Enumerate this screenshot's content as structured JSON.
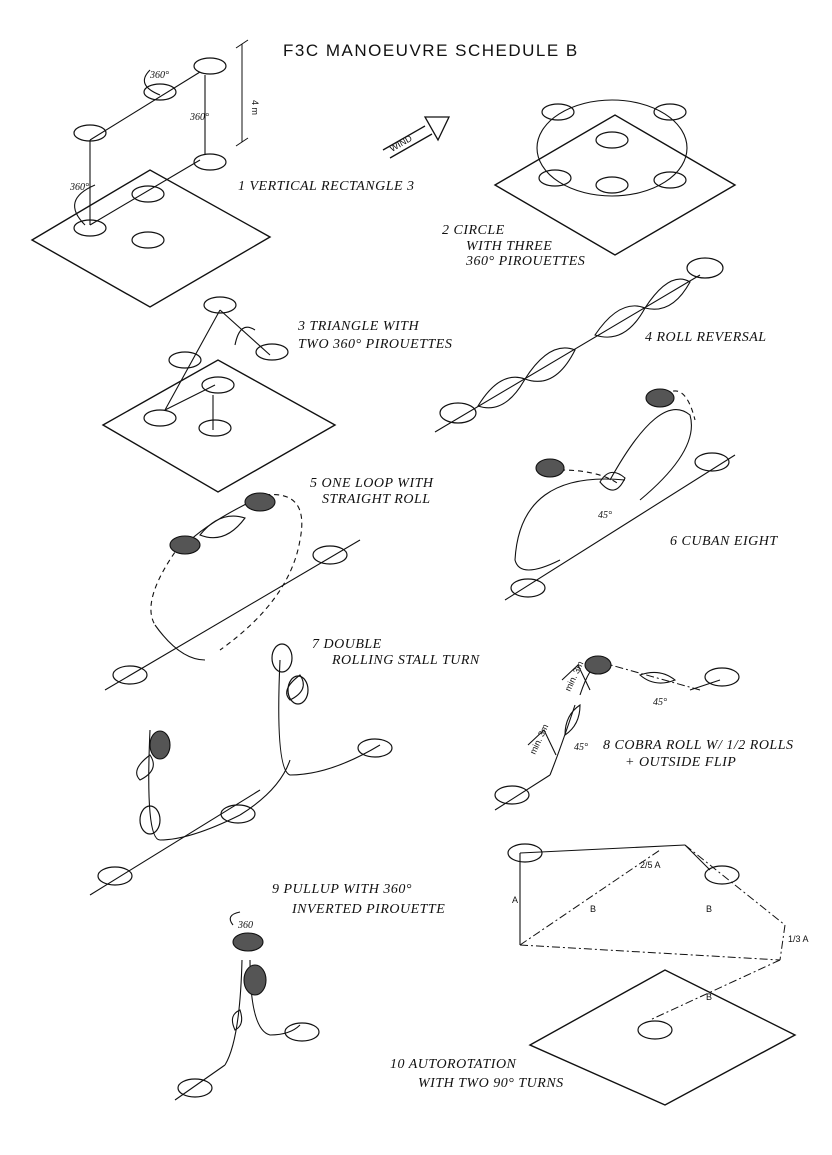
{
  "title": "F3C MANOEUVRE SCHEDULE B",
  "wind_label": "WIND",
  "manoeuvres": [
    {
      "line1": "1  VERTICAL RECTANGLE 3",
      "line2": "",
      "line3": ""
    },
    {
      "line1": "2  CIRCLE",
      "line2": "WITH THREE",
      "line3": "360° PIROUETTES"
    },
    {
      "line1": "3 TRIANGLE WITH",
      "line2": "TWO 360° PIROUETTES",
      "line3": ""
    },
    {
      "line1": "4  ROLL REVERSAL",
      "line2": "",
      "line3": ""
    },
    {
      "line1": "5 ONE LOOP WITH",
      "line2": "STRAIGHT ROLL",
      "line3": ""
    },
    {
      "line1": "6  CUBAN EIGHT",
      "line2": "",
      "line3": ""
    },
    {
      "line1": "7 DOUBLE",
      "line2": "ROLLING STALL TURN",
      "line3": ""
    },
    {
      "line1": "8  COBRA ROLL W/ 1/2 ROLLS",
      "line2": "+ OUTSIDE FLIP",
      "line3": ""
    },
    {
      "line1": "9  PULLUP WITH 360°",
      "line2": "INVERTED PIROUETTE",
      "line3": ""
    },
    {
      "line1": "10  AUTOROTATION",
      "line2": "WITH TWO 90° TURNS",
      "line3": ""
    }
  ],
  "annotations": {
    "rect_360_top": "360°",
    "rect_360_right": "360°",
    "rect_360_left": "360°",
    "rect_height": "4 m",
    "cuban_angle": "45°",
    "cobra_angle_upper": "45°",
    "cobra_angle_lower": "45°",
    "cobra_dist_upper": "min. 3m",
    "cobra_dist_lower": "min. 3m",
    "pullup_360": "360",
    "auto_A": "A",
    "auto_2_5A": "2/5 A",
    "auto_B1": "B",
    "auto_B2": "B",
    "auto_B3": "B",
    "auto_1_3A": "1/3 A"
  }
}
